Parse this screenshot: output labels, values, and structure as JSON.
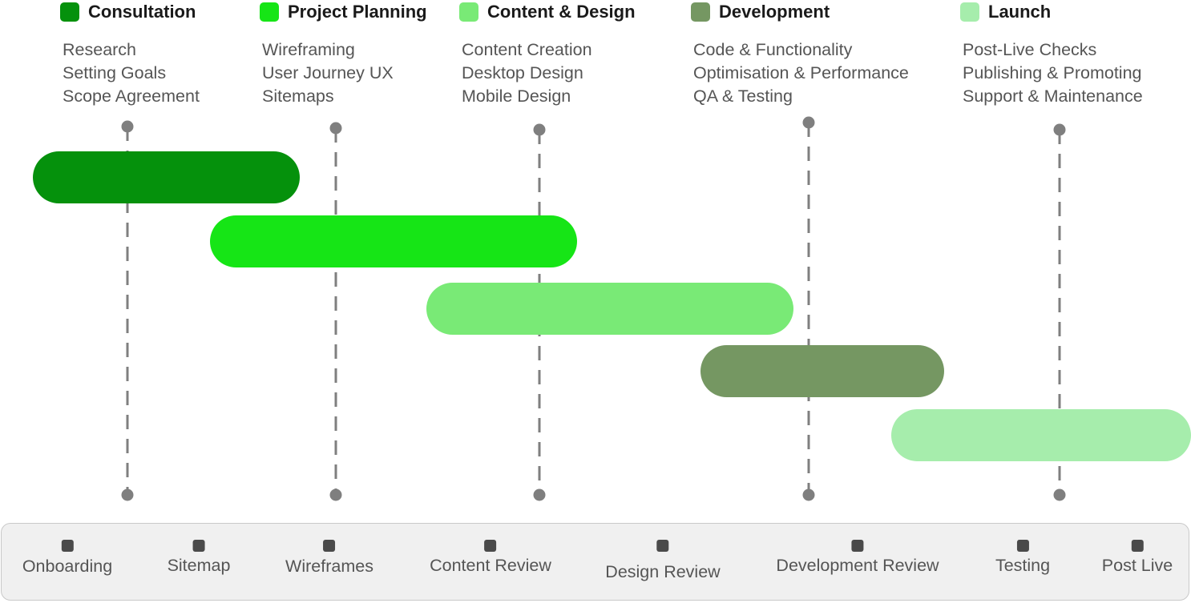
{
  "phases": [
    {
      "title": "Consultation",
      "color": "#05910c",
      "tasks": [
        "Research",
        "Setting Goals",
        "Scope Agreement"
      ]
    },
    {
      "title": "Project Planning",
      "color": "#16e516",
      "tasks": [
        "Wireframing",
        "User Journey UX",
        "Sitemaps"
      ]
    },
    {
      "title": "Content & Design",
      "color": "#79ea76",
      "tasks": [
        "Content Creation",
        "Desktop Design",
        "Mobile Design"
      ]
    },
    {
      "title": "Development",
      "color": "#759762",
      "tasks": [
        "Code & Functionality",
        "Optimisation & Performance",
        "QA & Testing"
      ]
    },
    {
      "title": "Launch",
      "color": "#a6edac",
      "tasks": [
        "Post-Live Checks",
        "Publishing & Promoting",
        "Support & Maintenance"
      ]
    }
  ],
  "milestones": [
    "Onboarding",
    "Sitemap",
    "Wireframes",
    "Content Review",
    "Design Review",
    "Development Review",
    "Testing",
    "Post Live"
  ],
  "colors": {
    "guide": "#7f7f7f",
    "marker": "#4a4a4a"
  }
}
